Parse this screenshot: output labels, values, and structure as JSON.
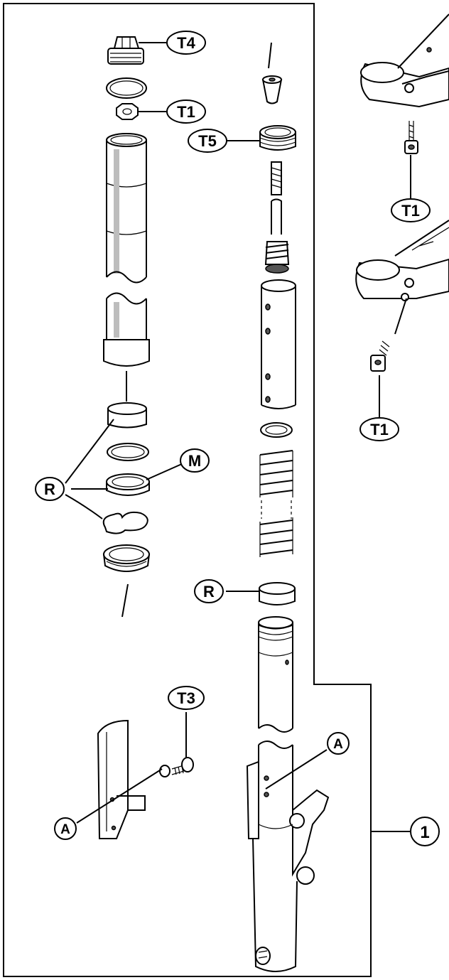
{
  "callouts": [
    {
      "id": "t4-top",
      "text": "T4"
    },
    {
      "id": "t1-nut",
      "text": "T1"
    },
    {
      "id": "t5-cap",
      "text": "T5"
    },
    {
      "id": "t1-upper-bolt",
      "text": "T1"
    },
    {
      "id": "t1-lower-bolt",
      "text": "T1"
    },
    {
      "id": "r-left",
      "text": "R"
    },
    {
      "id": "m-seal",
      "text": "M"
    },
    {
      "id": "r-right",
      "text": "R"
    },
    {
      "id": "t3-screw",
      "text": "T3"
    },
    {
      "id": "a-guard",
      "text": "A"
    },
    {
      "id": "a-tube",
      "text": "A"
    },
    {
      "id": "ref-1",
      "text": "1"
    }
  ]
}
